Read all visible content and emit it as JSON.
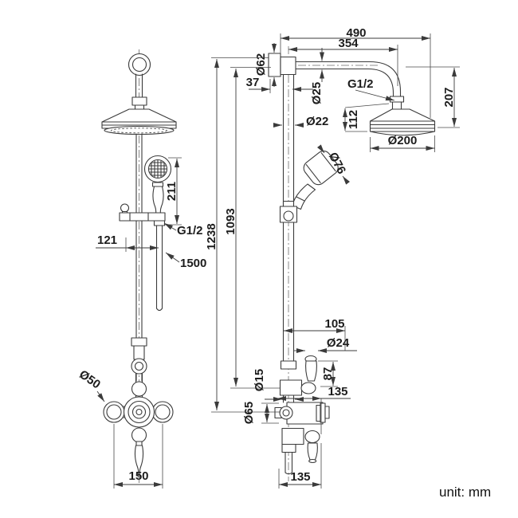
{
  "unit_note": "unit: mm",
  "colors": {
    "line": "#3b3b3b",
    "text": "#1c1c1c",
    "background": "#ffffff"
  },
  "front": {
    "handset_height": "211",
    "bar_offset": "121",
    "hose_thread": "G1/2",
    "hose_length": "1500",
    "escutcheon_dia": "Ø50",
    "inlet_centers": "150"
  },
  "side": {
    "overall_depth": "490",
    "arm_reach": "354",
    "flange_dia": "Ø62",
    "wall_clearance": "37",
    "arm_dia": "Ø25",
    "head_thread": "G1/2",
    "pipe_dia": "Ø22",
    "head_height": "112",
    "head_dia": "Ø200",
    "head_drop": "207",
    "handset_dia": "Ø76",
    "overall_height": "1238",
    "riser_height": "1093",
    "handle_offset": "105",
    "handle_dia": "Ø24",
    "handle_height": "87",
    "valve_reach": "135",
    "outlet_pipe_dia": "Ø15",
    "valve_body_dia": "Ø65",
    "valve_depth": "135"
  }
}
